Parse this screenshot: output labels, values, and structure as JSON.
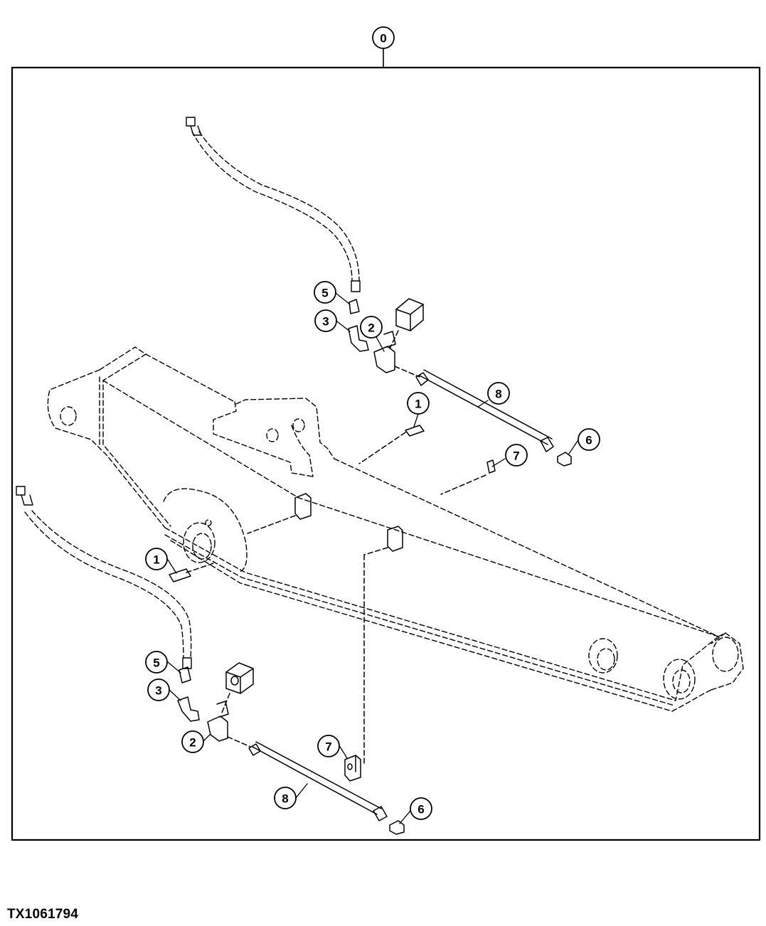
{
  "figure_id": "TX1061794",
  "callouts": {
    "assembly": "0",
    "upper": {
      "c1": "1",
      "c2": "2",
      "c3": "3",
      "c5": "5",
      "c6": "6",
      "c7": "7",
      "c8": "8"
    },
    "lower": {
      "c1": "1",
      "c2": "2",
      "c3": "3",
      "c5": "5",
      "c6": "6",
      "c7": "7",
      "c8": "8"
    }
  }
}
